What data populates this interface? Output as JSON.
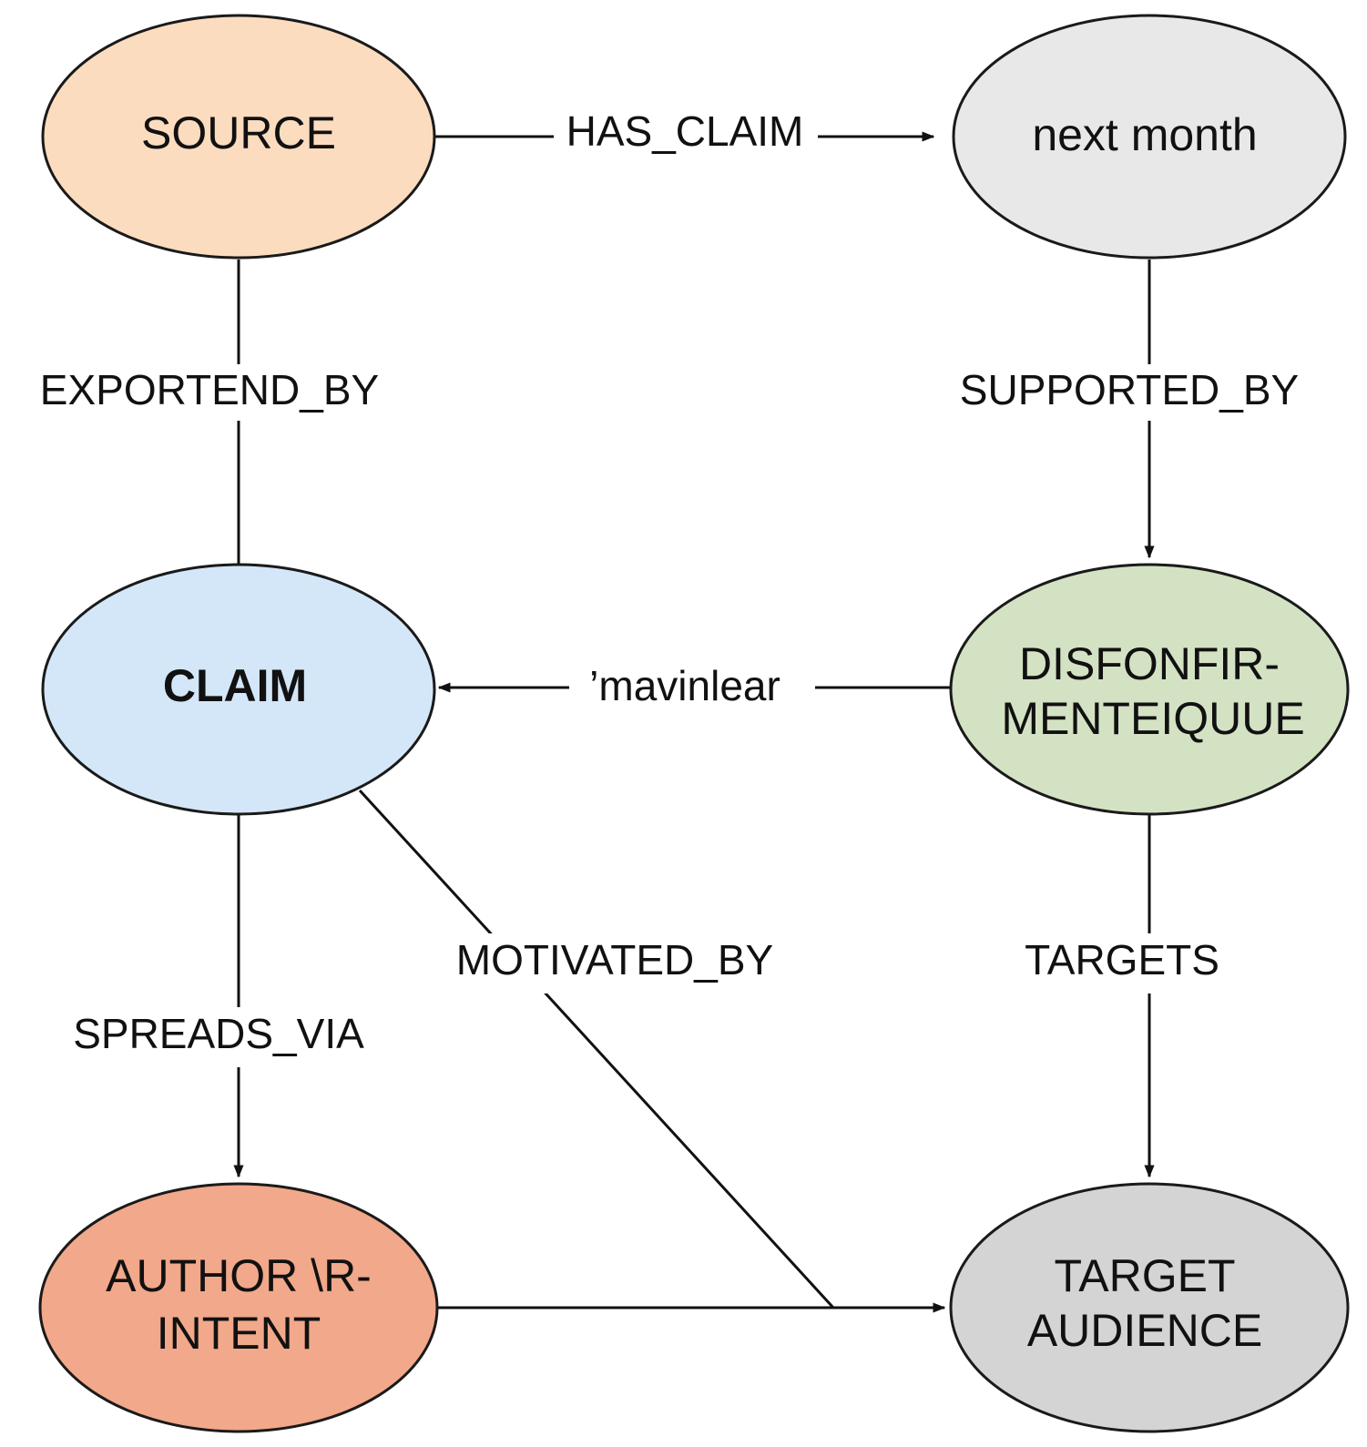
{
  "nodes": {
    "source": {
      "lines": [
        "SOURCE"
      ],
      "fill": "#fcdcbf"
    },
    "next_month": {
      "lines": [
        "next month"
      ],
      "fill": "#e8e8e8"
    },
    "claim": {
      "lines": [
        "CLAIM"
      ],
      "fill": "#d4e7f8"
    },
    "disconfirm": {
      "lines": [
        "DISFONFIR-",
        "MENTEIQUUE"
      ],
      "fill": "#d4e2c4"
    },
    "author_intent": {
      "lines": [
        "AUTHOR \\R-",
        "INTENT"
      ],
      "fill": "#f2a88a"
    },
    "target_audience": {
      "lines": [
        "TARGET",
        "AUDIENCE"
      ],
      "fill": "#d4d4d4"
    }
  },
  "edges": {
    "has_claim": "HAS_CLAIM",
    "exportend_by": "EXPORTEND_BY",
    "supported_by": "SUPPORTED_BY",
    "mavinlear": "’mavinlear",
    "motivated_by": "MOTIVATED_BY",
    "targets": "TARGETS",
    "spreads_via": "SPREADS_VIA"
  }
}
